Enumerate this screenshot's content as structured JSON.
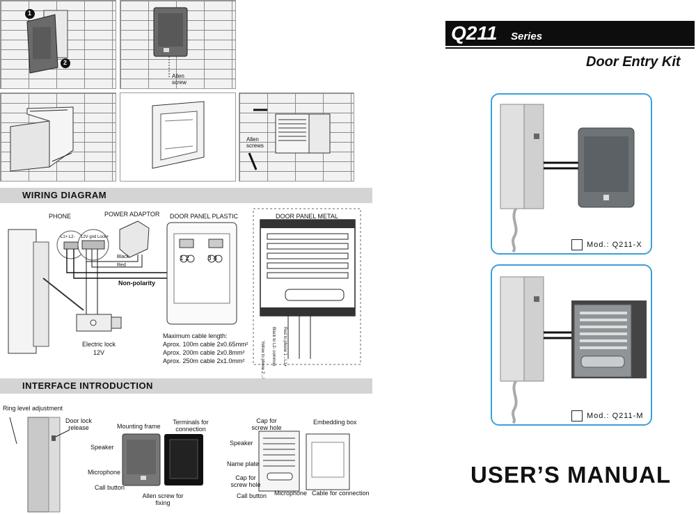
{
  "cover": {
    "series_number": "Q211",
    "series_word": "Series",
    "subtitle": "Door Entry Kit",
    "models": [
      "Mod.: Q211-X",
      "Mod.: Q211-M"
    ],
    "manual_title": "USER’S MANUAL"
  },
  "install": {
    "step_numbers": [
      "1",
      "2"
    ],
    "allen_screw": "Allen screw",
    "allen_screws": "Allen screws"
  },
  "wiring": {
    "heading": "WIRING DIAGRAM",
    "phone": "PHONE",
    "power_adaptor": "POWER ADAPTOR",
    "door_panel_plastic": "DOOR PANEL PLASTIC",
    "door_panel_metal": "DOOR PANEL METAL",
    "terminals_phone": "L1+ L2-",
    "terminals_power": "12V gnd Lock+",
    "black": "Black",
    "red": "Red",
    "non_polarity": "Non-polarity",
    "terminal_12": "1 2",
    "terminal_34": "3 4",
    "electric_lock": "Electric lock",
    "lock_voltage": "12V",
    "max_cable": "Maximum cable length:",
    "cable_lines": [
      "Aprox. 100m cable 2x0.65mm²",
      "Aprox. 200m cable 2x0.8mm²",
      "Aprox. 250m cable 2x1.0mm²"
    ],
    "metal_wires": [
      "Yellow to phone 2→L2-",
      "Black to L2- common",
      "Red to phone 1→L1+"
    ]
  },
  "interface": {
    "heading": "INTERFACE INTRODUCTION",
    "ring_level": "Ring level adjustment",
    "door_lock_release": "Door lock release",
    "mounting_frame": "Mounting frame",
    "terminals_connection": "Terminals for connection",
    "speaker": "Speaker",
    "microphone": "Microphone",
    "call_button": "Call button",
    "allen_fixing": "Allen screw for fixing",
    "cap_screw_hole_top": "Cap for screw hole",
    "embedding_box": "Embedding box",
    "speaker2": "Speaker",
    "name_plate": "Name plate",
    "cap_screw_hole_bottom": "Cap for screw hole",
    "call_button2": "Call button",
    "microphone2": "Microphone",
    "cable_connection": "Cable for connection"
  }
}
